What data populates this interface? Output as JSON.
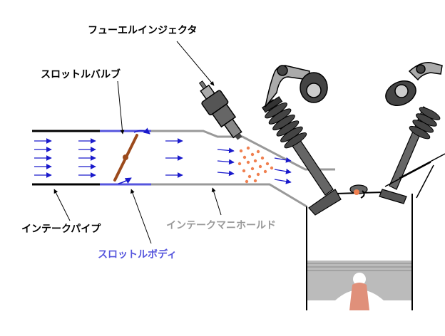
{
  "labels": {
    "fuel_injector": "フューエルインジェクタ",
    "throttle_valve": "スロットルバルブ",
    "intake_pipe": "インテークパイプ",
    "throttle_body": "スロットルボディ",
    "intake_manifold": "インテークマニホールド"
  },
  "colors": {
    "flow_arrow": "#1a1acc",
    "throttle_body": "#5555dd",
    "manifold": "#999999",
    "fuel_spray": "#f08050",
    "throttle_plate": "#9c4a1c",
    "piston": "#bbbbbb",
    "connecting_rod": "#e0907a",
    "text": "#000000"
  },
  "icons": [
    "intake-flow-arrow-icon",
    "fuel-spray-dot-icon",
    "valve-spring-icon",
    "camshaft-lobe-icon",
    "rocker-arm-icon",
    "spark-plug-icon"
  ]
}
